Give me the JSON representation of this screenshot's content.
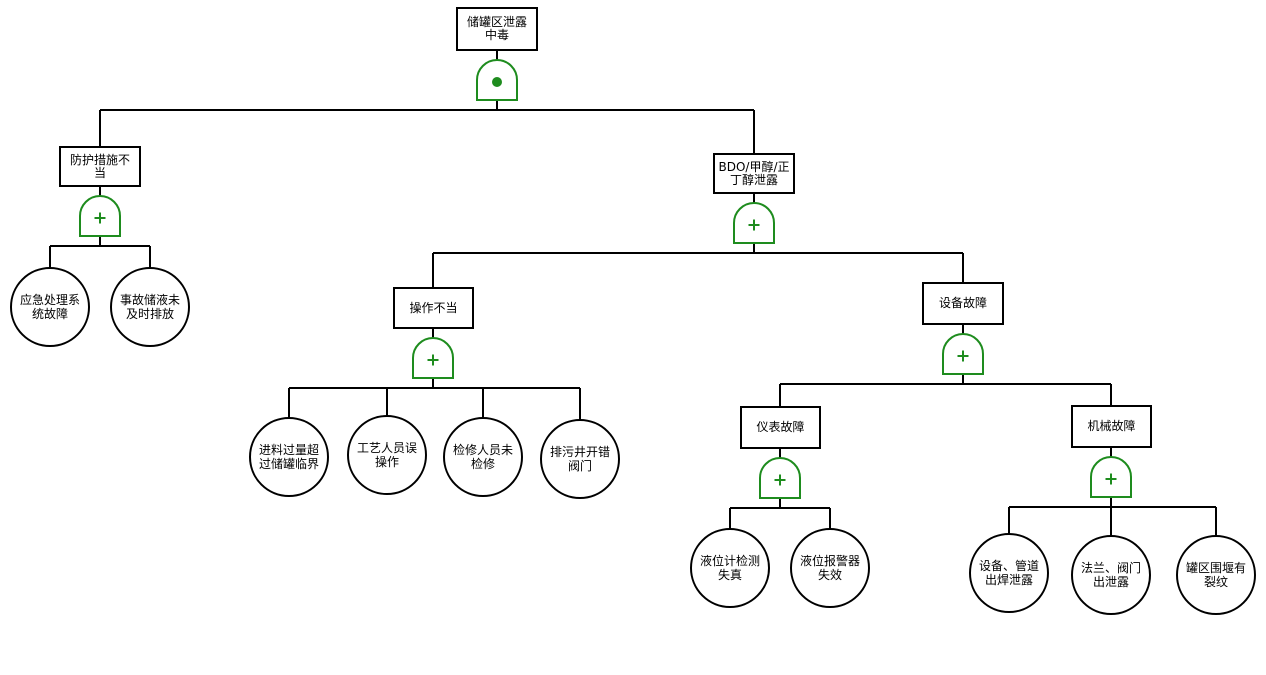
{
  "colors": {
    "line": "#000000",
    "gate": "#1e8c1e",
    "node_fill": "#ffffff"
  },
  "events": {
    "top": "储罐区泄露\n中毒",
    "protection_improper": "防护措施不\n当",
    "bdo_leak": "BDO/甲醇/正\n丁醇泄露",
    "operation_improper": "操作不当",
    "equipment_failure": "设备故障",
    "instrument_failure": "仪表故障",
    "mechanical_failure": "机械故障"
  },
  "basic_events": {
    "emergency_system_failure": "应急处理系\n统故障",
    "accident_tank_not_drained": "事故储液未\n及时排放",
    "overfill": "进料过量超\n过储罐临界",
    "process_staff_error": "工艺人员误\n操作",
    "maintenance_missed": "检修人员未\n检修",
    "wrong_valve_opened": "排污井开错\n阀门",
    "level_gauge_error": "液位计检测\n失真",
    "level_alarm_failure": "液位报警器\n失效",
    "pipe_weld_leak": "设备、管道\n出焊泄露",
    "flange_valve_leak": "法兰、阀门\n出泄露",
    "dike_crack": "罐区围堰有\n裂纹"
  },
  "gates": {
    "g_top": "and",
    "g_protection": "or",
    "g_bdo": "or",
    "g_operation": "or",
    "g_equipment": "or",
    "g_instrument": "or",
    "g_mechanical": "or"
  }
}
